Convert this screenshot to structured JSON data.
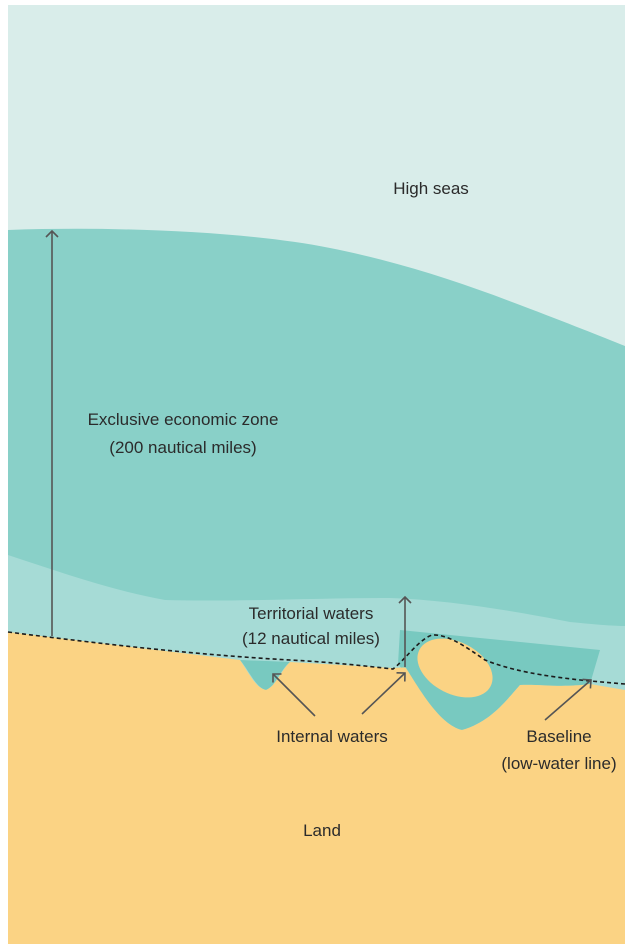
{
  "colors": {
    "high_seas": "#d9edea",
    "eez": "#89d0c8",
    "territorial": "#a6dbd6",
    "internal": "#78c9c0",
    "land": "#fbd384"
  },
  "labels": {
    "high_seas": "High seas",
    "eez_line1": "Exclusive economic zone",
    "eez_line2": "(200 nautical miles)",
    "territorial_line1": "Territorial waters",
    "territorial_line2": "(12 nautical miles)",
    "internal_waters": "Internal waters",
    "baseline_line1": "Baseline",
    "baseline_line2": "(low-water line)",
    "land": "Land"
  }
}
